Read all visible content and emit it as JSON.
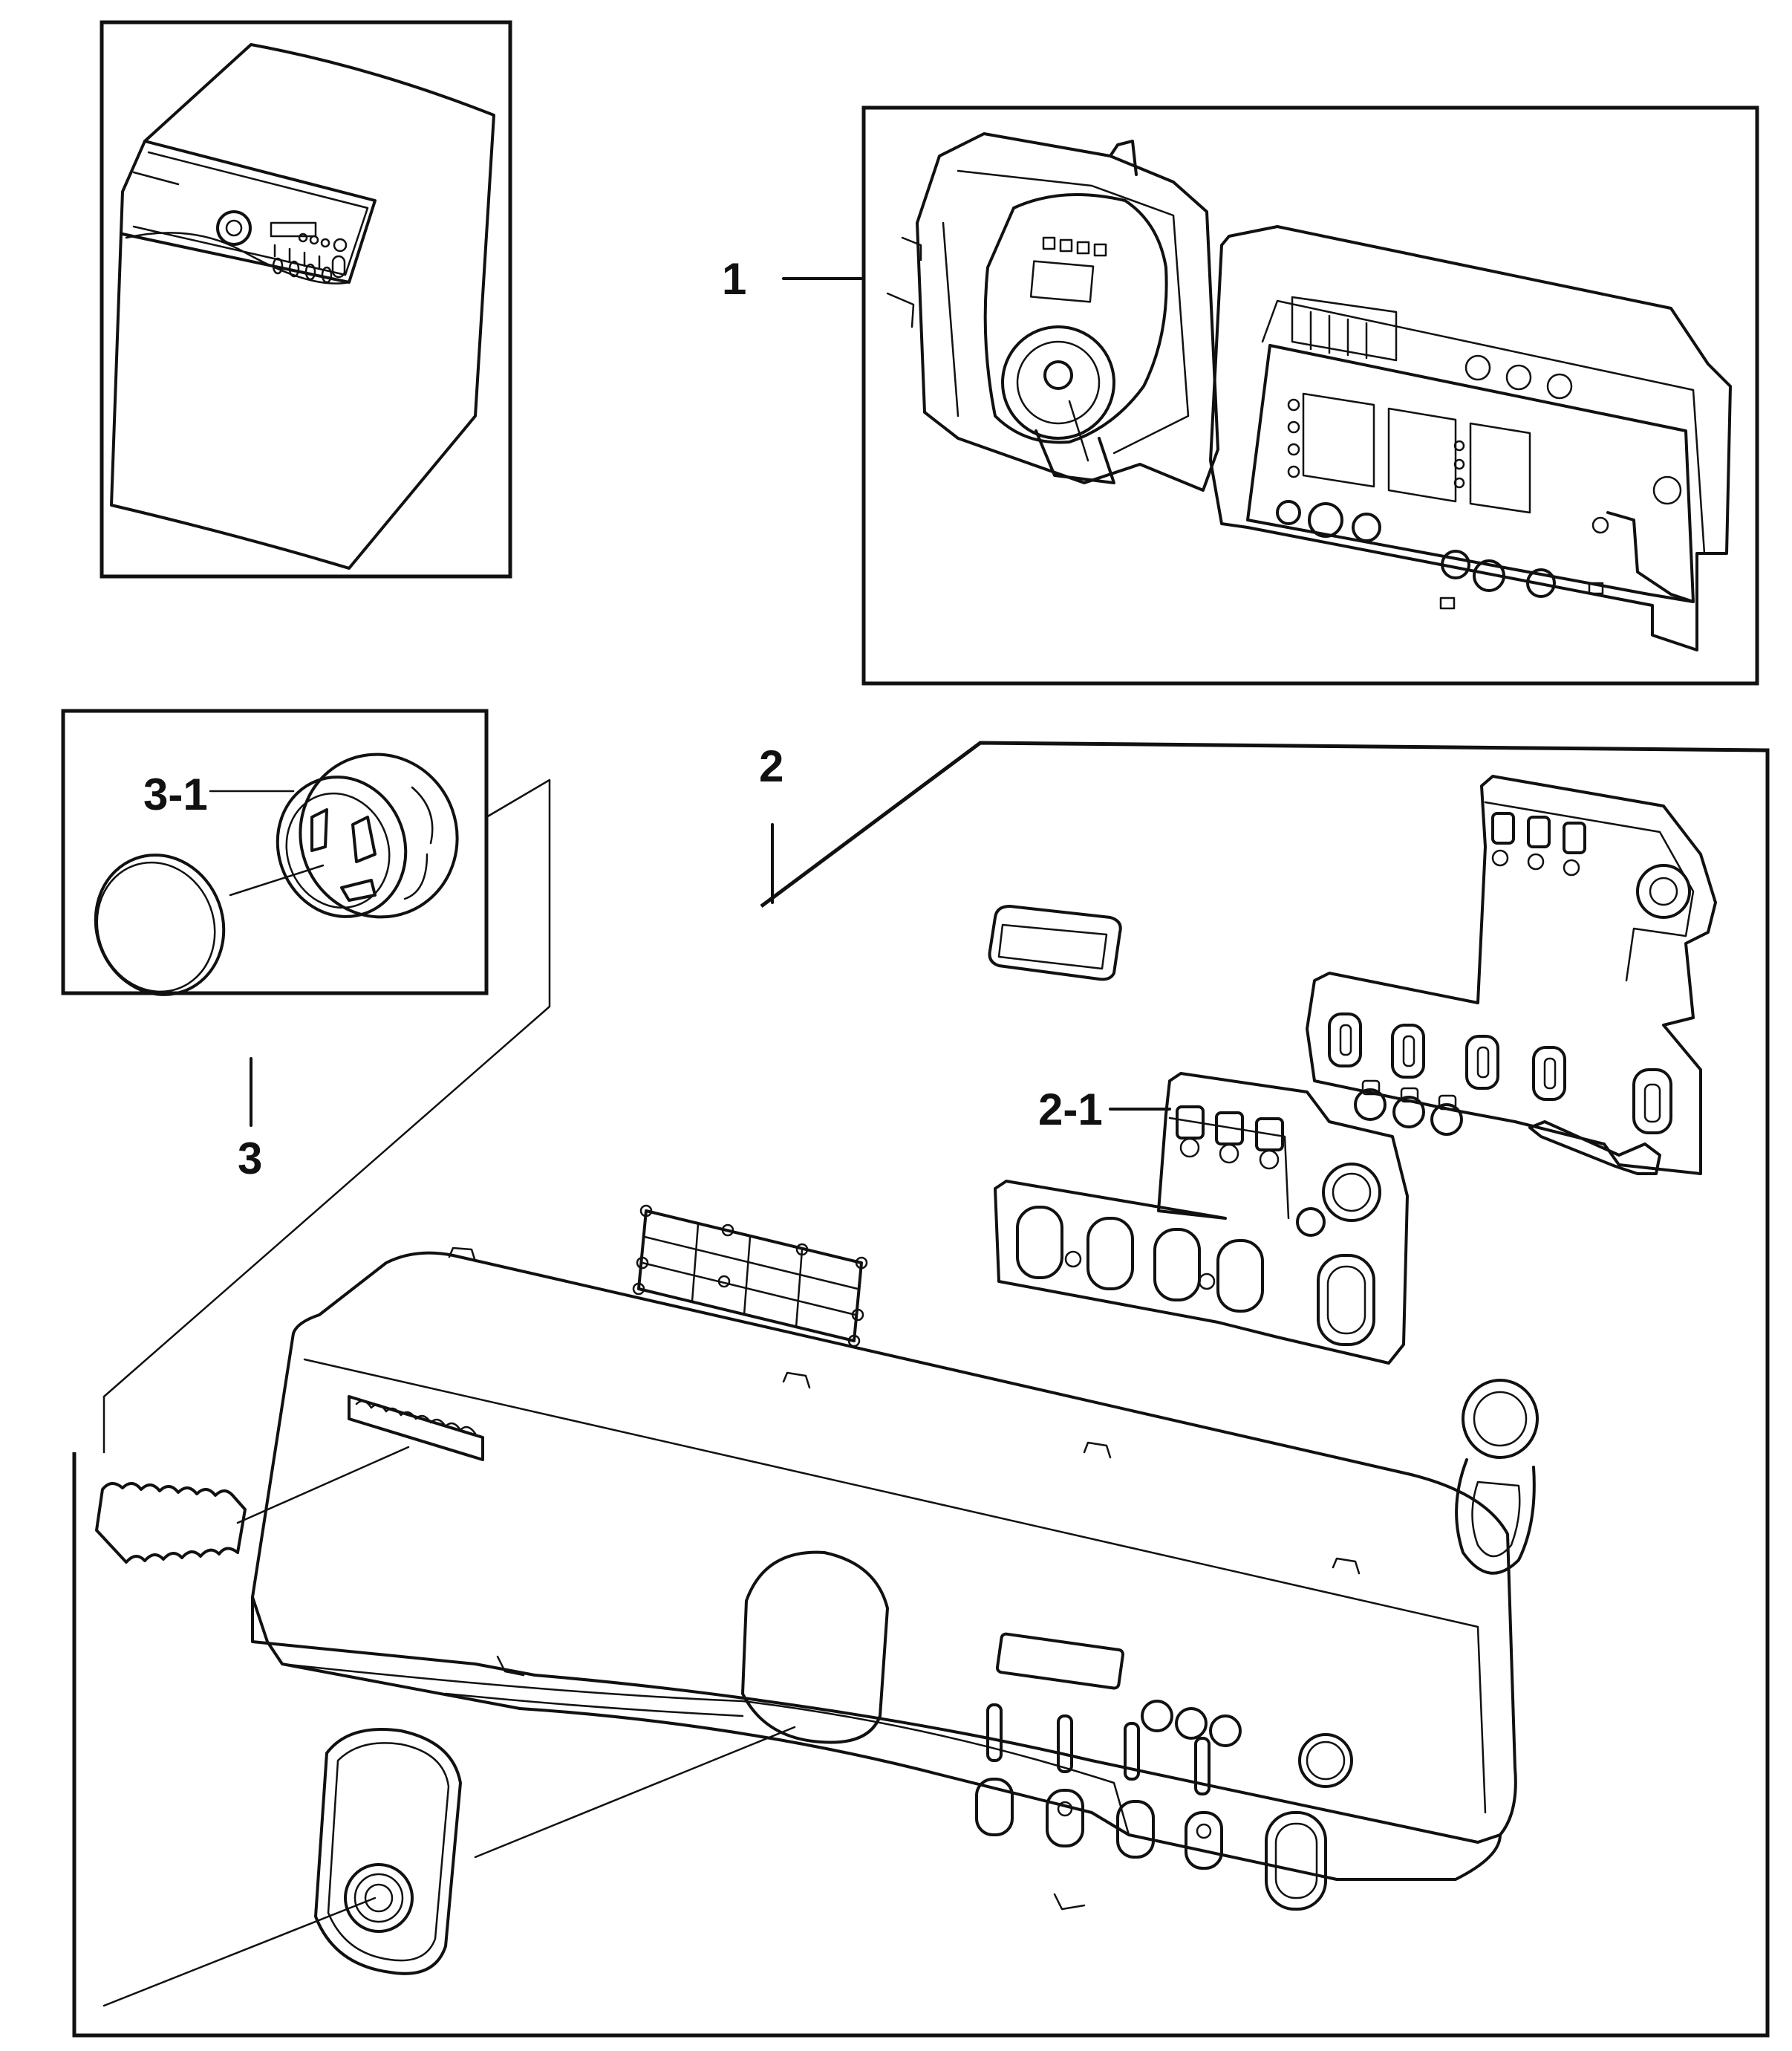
{
  "callouts": {
    "part_1": "1",
    "part_2": "2",
    "part_2_1": "2-1",
    "part_3": "3",
    "part_3_1": "3-1"
  }
}
